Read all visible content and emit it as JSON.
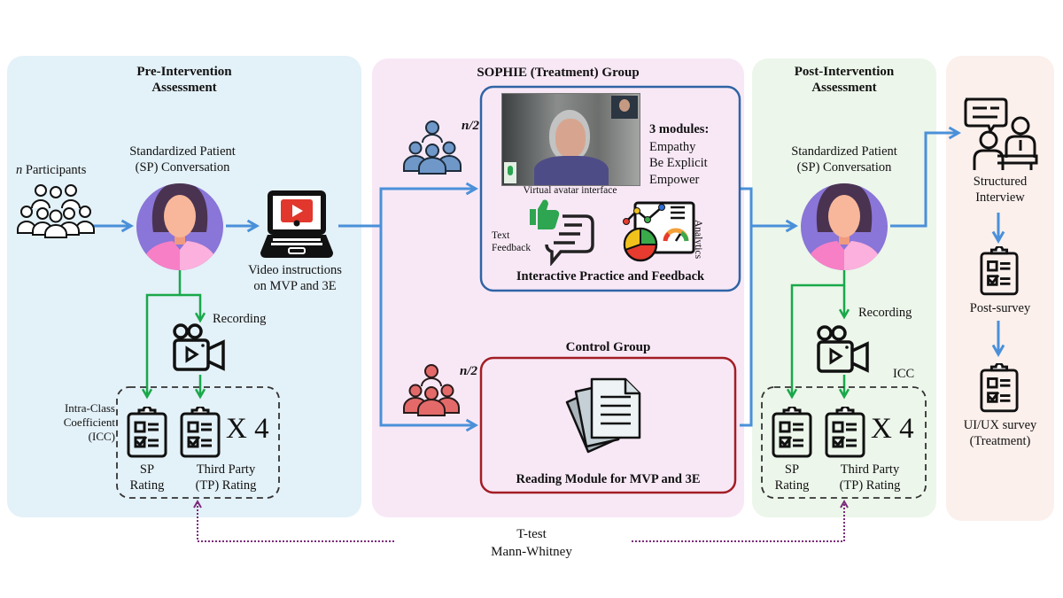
{
  "panels": {
    "pre": {
      "title_line1": "Pre-Intervention",
      "title_line2": "Assessment",
      "participants_n": "n",
      "participants_label": " Participants",
      "sp_line1": "Standardized Patient",
      "sp_line2": "(SP) Conversation",
      "video_line1": "Video instructions",
      "video_line2": "on MVP and 3E",
      "recording": "Recording",
      "icc_line1": "Intra-Class",
      "icc_line2": "Coefficient",
      "icc_line3": "(ICC)",
      "sp_rating_line1": "SP",
      "sp_rating_line2": "Rating",
      "tp_rating_line1": "Third Party",
      "tp_rating_line2": "(TP) Rating",
      "multiplier": "X 4"
    },
    "treatment": {
      "title": "SOPHIE (Treatment) Group",
      "group_size": "n/2",
      "modules_heading": "3 modules:",
      "modules": [
        "Empathy",
        "Be Explicit",
        "Empower"
      ],
      "avatar_caption": "Virtual avatar interface",
      "text_feedback_line1": "Text",
      "text_feedback_line2": "Feedback",
      "analytics": "Analytics",
      "footer": "Interactive Practice and Feedback"
    },
    "control": {
      "title": "Control Group",
      "group_size": "n/2",
      "footer": "Reading Module for MVP and 3E"
    },
    "post": {
      "title_line1": "Post-Intervention",
      "title_line2": "Assessment",
      "sp_line1": "Standardized Patient",
      "sp_line2": "(SP) Conversation",
      "recording": "Recording",
      "icc": "ICC",
      "sp_rating_line1": "SP",
      "sp_rating_line2": "Rating",
      "tp_rating_line1": "Third Party",
      "tp_rating_line2": "(TP) Rating",
      "multiplier": "X 4"
    },
    "outcomes": {
      "interview_line1": "Structured",
      "interview_line2": "Interview",
      "post_survey": "Post-survey",
      "uiux_line1": "UI/UX survey",
      "uiux_line2": "(Treatment)"
    }
  },
  "stats": {
    "line1": "T-test",
    "line2": "Mann-Whitney"
  },
  "colors": {
    "flow_blue": "#4a90d9",
    "rating_green": "#19a84a",
    "stats_purple": "#7b2a7a",
    "treatment_border": "#2f64a5",
    "control_border": "#a31d24"
  }
}
